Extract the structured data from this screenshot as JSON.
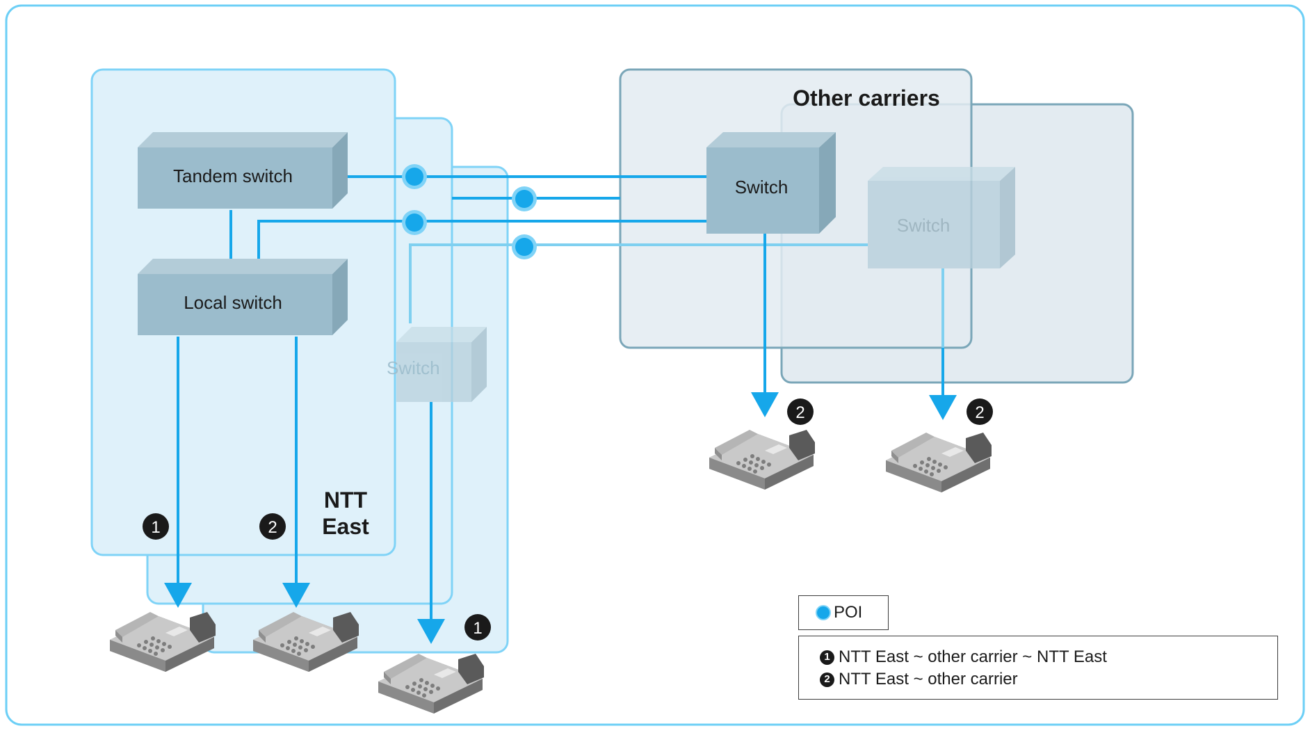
{
  "ntt": {
    "label_line1": "NTT",
    "label_line2": "East"
  },
  "other": {
    "title": "Other carriers"
  },
  "switches": {
    "tandem": "Tandem switch",
    "local": "Local switch",
    "ntt_back": "Switch",
    "carrier_front": "Switch",
    "carrier_back": "Switch"
  },
  "markers": {
    "one": "1",
    "two": "2"
  },
  "legend": {
    "poi_label": "POI",
    "items": [
      {
        "num": "1",
        "text": "NTT East ~ other carrier ~ NTT East"
      },
      {
        "num": "2",
        "text": "NTT East ~ other carrier"
      }
    ]
  },
  "colors": {
    "line": "#16a7ea",
    "line_light": "#7fd0f0",
    "ntt_panel": "#dff1fa",
    "ntt_border": "#7fd3f7",
    "carrier_panel": "#e3ebf1",
    "carrier_border": "#7aa6b8",
    "switch_front": "#9bbccc",
    "poi": "#16a7ea"
  },
  "icons": {
    "poi": "poi-dot-icon",
    "phone": "telephone-icon",
    "arrow": "arrow-down-icon"
  }
}
